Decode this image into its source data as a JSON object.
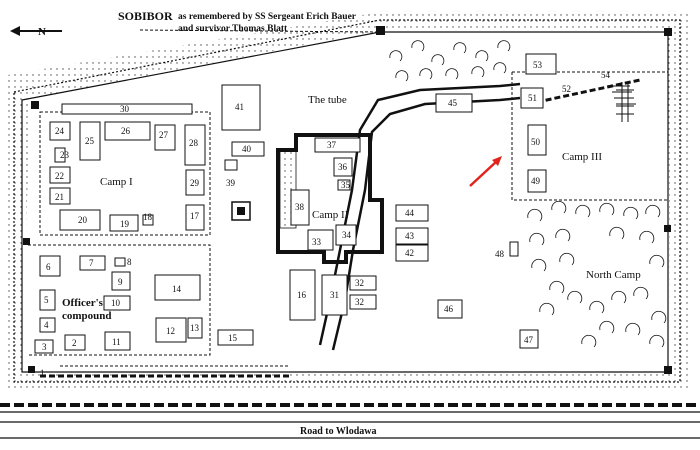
{
  "title": "SOBIBOR",
  "subtitle_line1": "as remembered by SS Sergeant Erich Bauer",
  "subtitle_line2": "and survivor Thomas Blatt",
  "north_label": "N",
  "areas": {
    "camp1": "Camp I",
    "camp2": "Camp II",
    "camp3": "Camp III",
    "officers_line1": "Officer's",
    "officers_line2": "compound",
    "north_camp": "North Camp",
    "tube": "The tube",
    "road": "Road to Wlodawa"
  },
  "building_numbers": [
    "1",
    "2",
    "3",
    "4",
    "5",
    "6",
    "7",
    "8",
    "9",
    "10",
    "11",
    "12",
    "13",
    "14",
    "15",
    "16",
    "17",
    "18",
    "19",
    "20",
    "21",
    "22",
    "23",
    "24",
    "25",
    "26",
    "27",
    "28",
    "29",
    "30",
    "31",
    "32",
    "33",
    "34",
    "35",
    "36",
    "37",
    "38",
    "39",
    "40",
    "41",
    "42",
    "43",
    "44",
    "45",
    "46",
    "47",
    "48",
    "49",
    "50",
    "51",
    "52",
    "53",
    "54"
  ],
  "colors": {
    "ink": "#111111",
    "arrow": "#e0241b",
    "paper": "#ffffff"
  }
}
